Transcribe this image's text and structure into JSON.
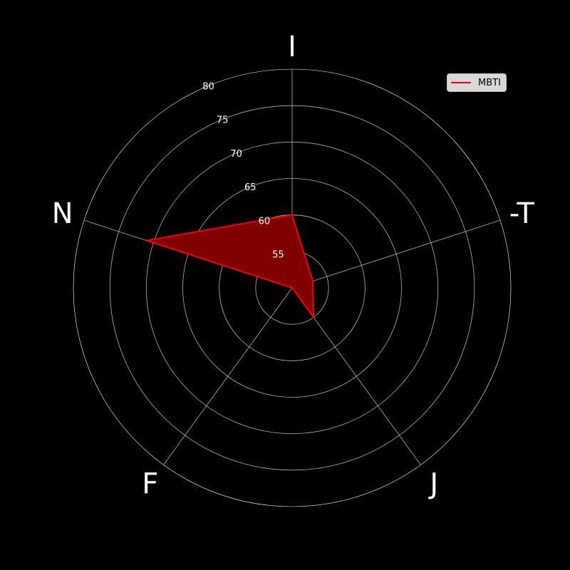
{
  "chart_data": {
    "type": "radar",
    "axes": [
      "I",
      "-T",
      "J",
      "F",
      "N"
    ],
    "series": [
      {
        "name": "MBTI",
        "values": [
          60,
          53,
          55,
          50,
          71
        ]
      }
    ],
    "rlim": [
      50,
      80
    ],
    "rticks": [
      55,
      60,
      65,
      70,
      75,
      80
    ],
    "rtick_labels": [
      "55",
      "60",
      "65",
      "70",
      "75",
      "80"
    ],
    "grid": true,
    "legend": "top-right",
    "colors": {
      "background": "#000000",
      "series_line": "#ff0000",
      "series_fill": "#800000",
      "grid": "#b0b0b0",
      "text": "#ffffff"
    }
  }
}
